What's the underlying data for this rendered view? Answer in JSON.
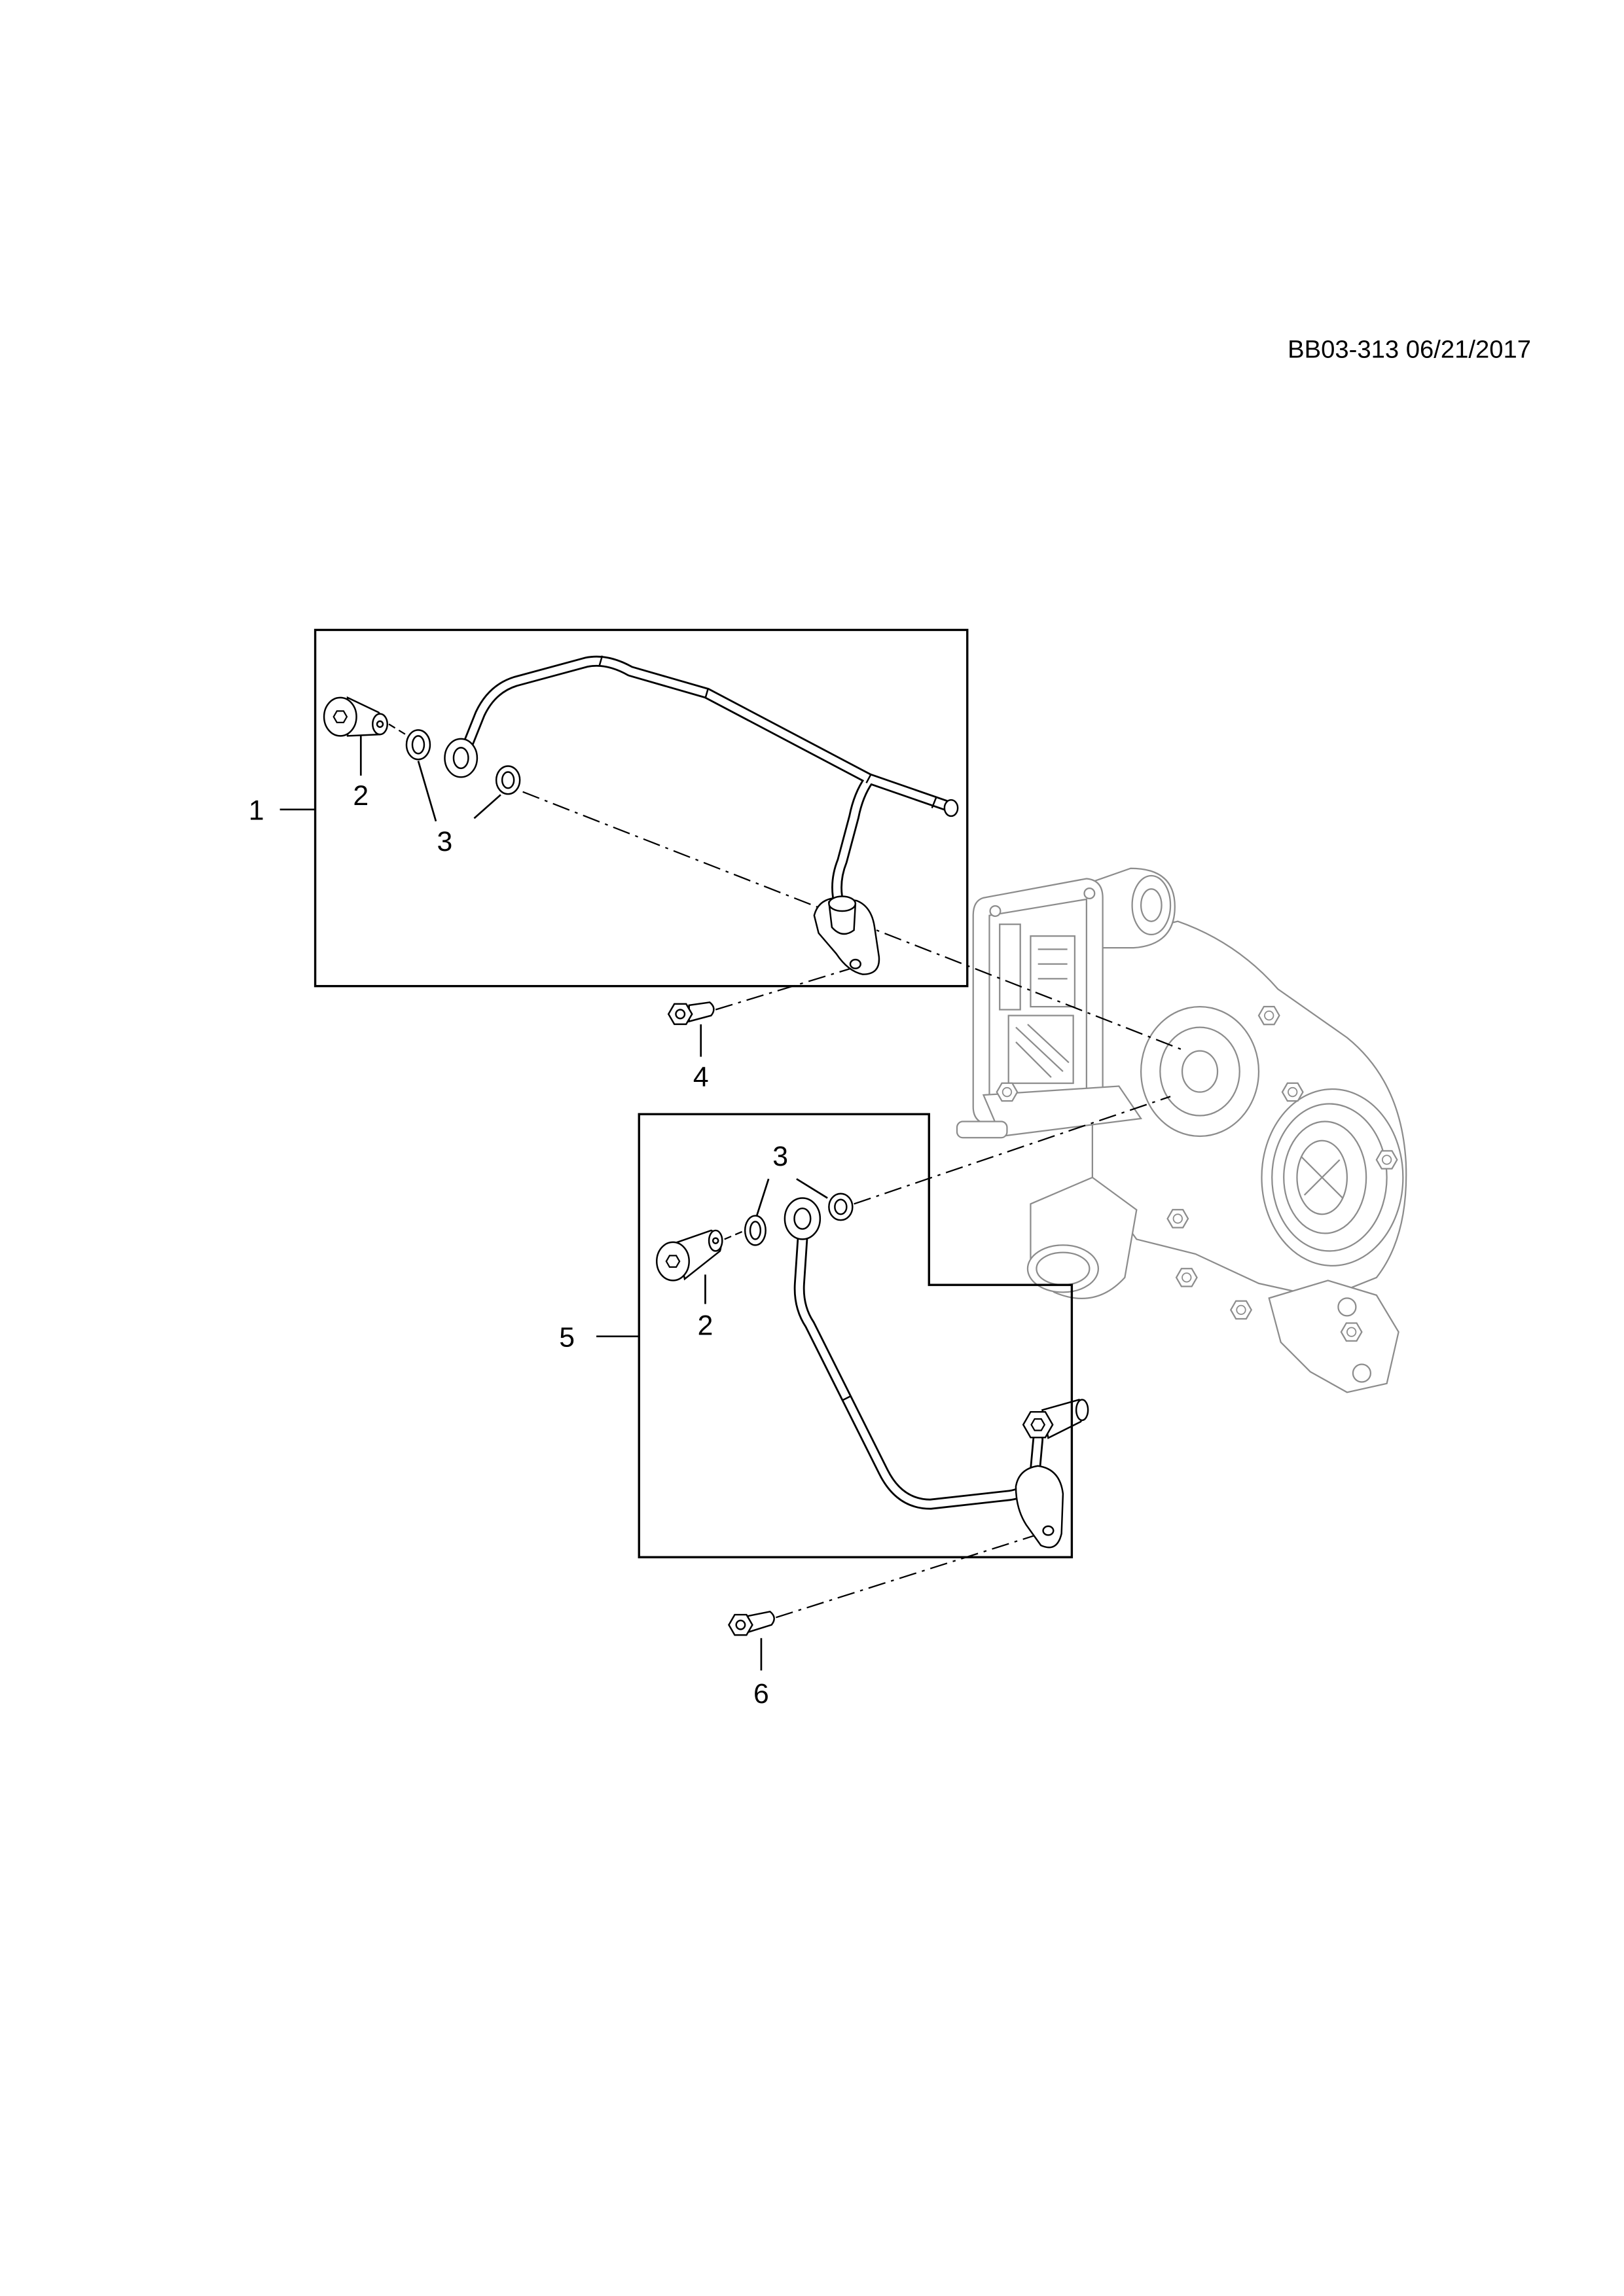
{
  "header": {
    "drawing_ref": "BB03-313 06/21/2017"
  },
  "callouts": {
    "assembly_1": "1",
    "bolt_upper": "2",
    "washers_upper": "3",
    "bolt_4": "4",
    "assembly_5": "5",
    "bolt_lower": "2",
    "washers_lower": "3",
    "bolt_6": "6"
  }
}
